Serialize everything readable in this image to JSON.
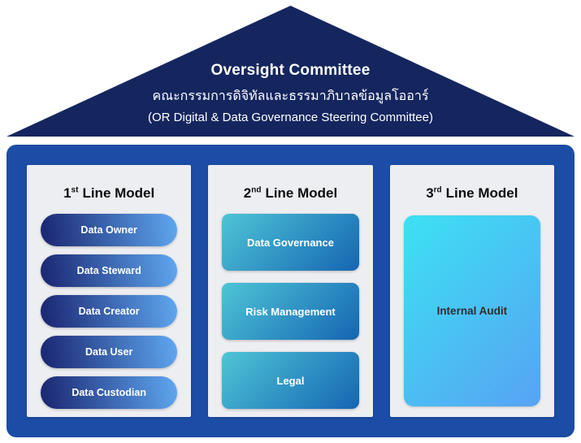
{
  "roof": {
    "title": "Oversight Committee",
    "subtitle_thai": "คณะกรรมการดิจิทัลและธรรมาภิบาลข้อมูลโออาร์",
    "subtitle_en": "(OR Digital & Data Governance Steering Committee)"
  },
  "columns": [
    {
      "number": "1",
      "ordinal": "st",
      "title": "Line Model",
      "items": [
        "Data Owner",
        "Data Steward",
        "Data Creator",
        "Data User",
        "Data Custodian"
      ]
    },
    {
      "number": "2",
      "ordinal": "nd",
      "title": "Line Model",
      "items": [
        "Data Governance",
        "Risk Management",
        "Legal"
      ]
    },
    {
      "number": "3",
      "ordinal": "rd",
      "title": "Line Model",
      "items": [
        "Internal Audit"
      ]
    }
  ],
  "colors": {
    "roof_navy": "#15265f",
    "body_blue": "#1c4da6",
    "column_bg": "#edeef2",
    "pill_gradient_start": "#1d2a75",
    "pill_gradient_end": "#5fa8f1",
    "box_gradient_start": "#4ec5d6",
    "box_gradient_end": "#1565b2",
    "tall_gradient_start": "#3ce1f3",
    "tall_gradient_end": "#57a3f3",
    "text_light": "#ffffff",
    "text_dark": "#2f2f2f"
  }
}
